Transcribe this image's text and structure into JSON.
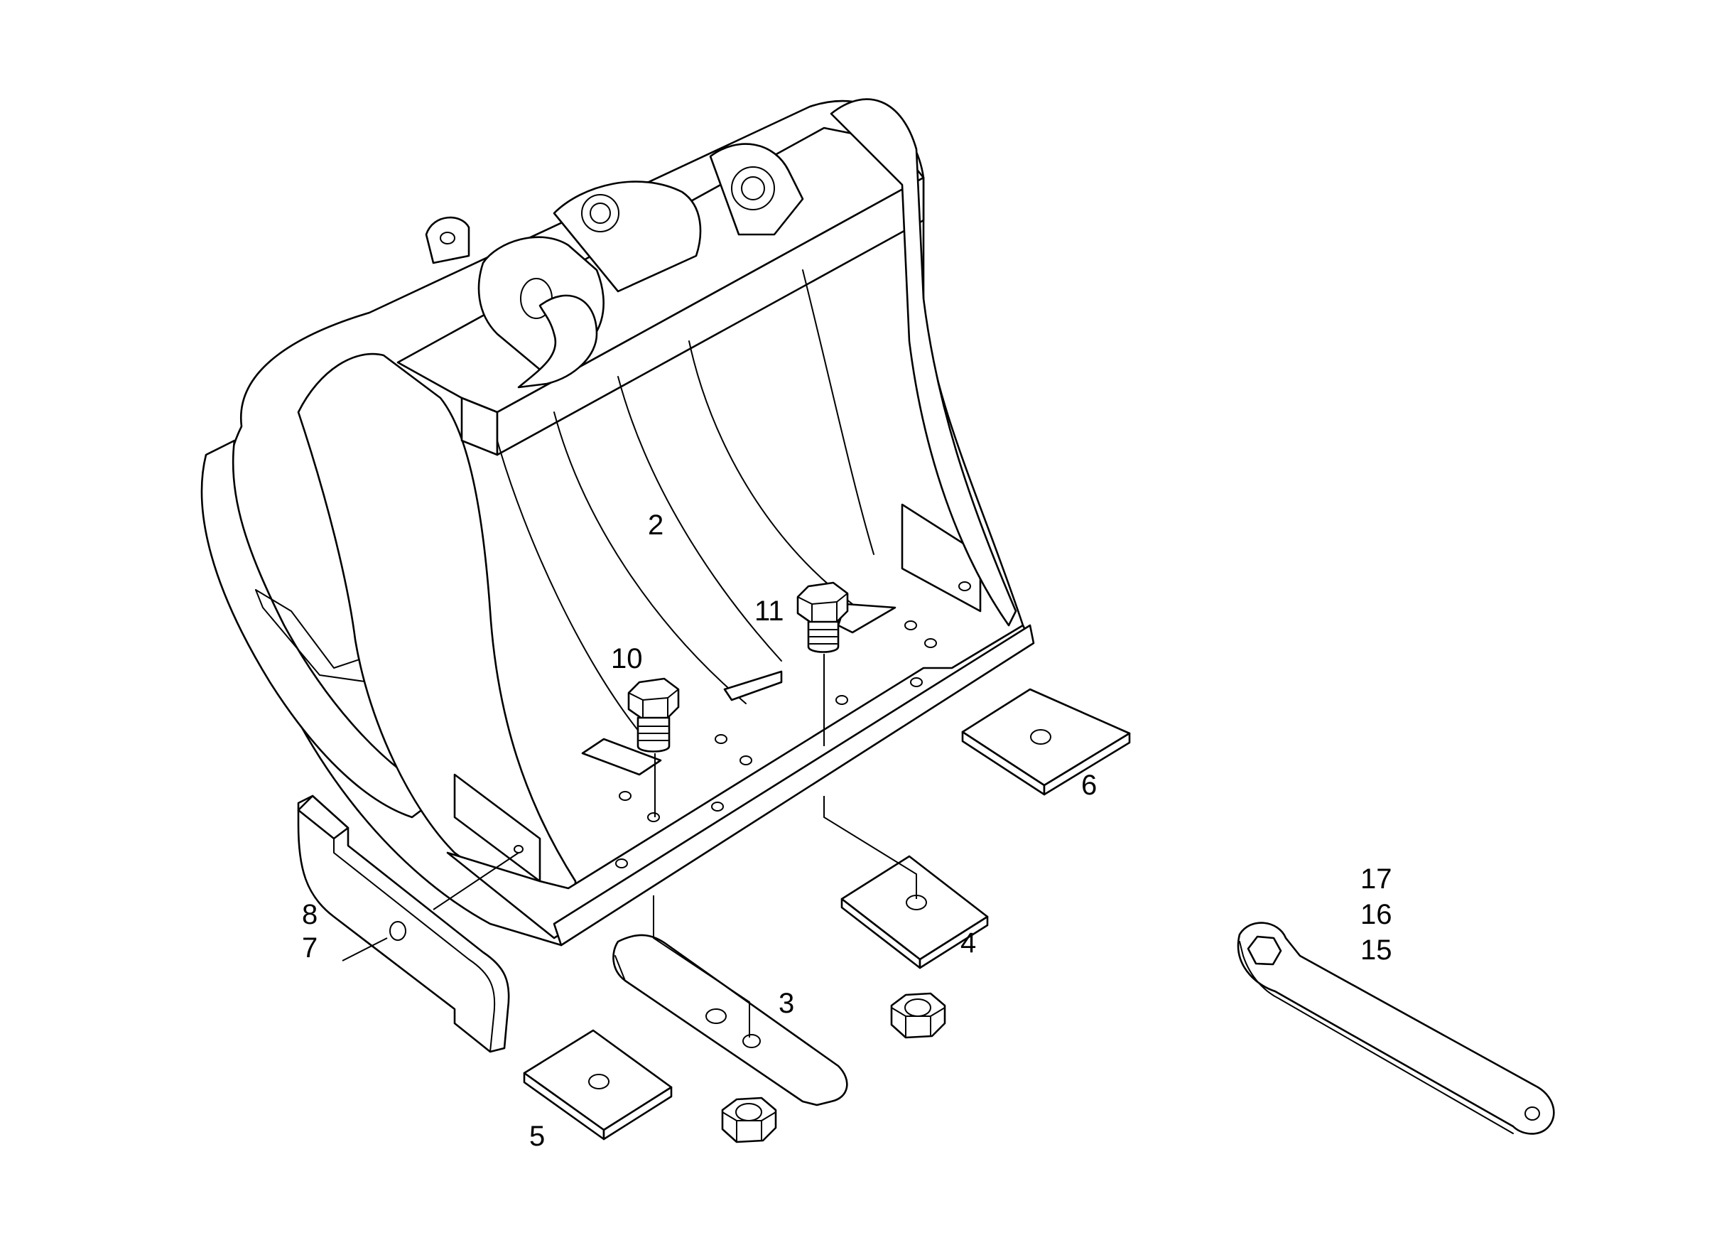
{
  "callouts": {
    "c2": "2",
    "c3": "3",
    "c4": "4",
    "c5": "5",
    "c6": "6",
    "c7": "7",
    "c8": "8",
    "c10": "10",
    "c11": "11",
    "c15": "15",
    "c16": "16",
    "c17": "17"
  }
}
